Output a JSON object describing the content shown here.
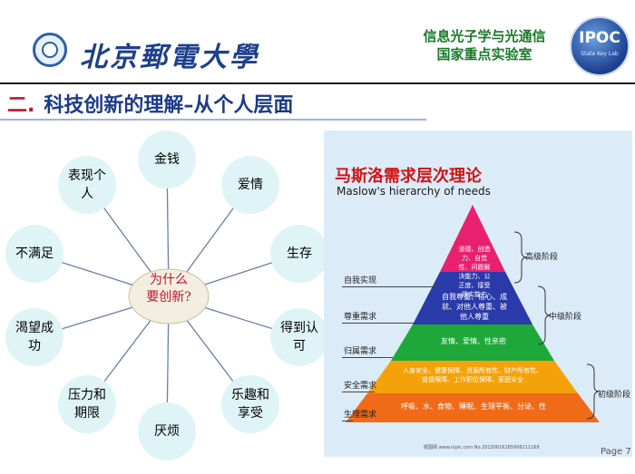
{
  "header": {
    "university": "北京郵電大學",
    "lab_line1": "信息光子学与光通信",
    "lab_line2": "国家重点实验室",
    "logo_text": "IPOC",
    "logo_sub": "State Key Lab"
  },
  "title": {
    "number": "二.",
    "main": "科技创新的理解–",
    "sub": "从个人层面"
  },
  "wheel": {
    "center": [
      "为什么",
      "要创新?"
    ],
    "nodes": [
      {
        "id": "money",
        "label": "金钱"
      },
      {
        "id": "love",
        "label": "爱情"
      },
      {
        "id": "survive",
        "label": "生存"
      },
      {
        "id": "recognition",
        "label": "得到认可"
      },
      {
        "id": "enjoy",
        "label": "乐趣和享受"
      },
      {
        "id": "bored",
        "label": "厌烦"
      },
      {
        "id": "pressure",
        "label": "压力和期限"
      },
      {
        "id": "success",
        "label": "渴望成功"
      },
      {
        "id": "unsatisfied",
        "label": "不满足"
      },
      {
        "id": "express",
        "label": "表现个人"
      }
    ],
    "colors": {
      "spoke": "#6a7fa8",
      "node_fill": "#dff4f6",
      "center_fill": "#f3eedf"
    }
  },
  "pyramid": {
    "title": "马斯洛需求层次理论",
    "subtitle": "Maslow's hierarchy of needs",
    "levels": [
      {
        "name": "自我实现",
        "text": "道德、创造力、自觉性、问题解决能力、公正度、接受现实能力",
        "color": "#e8206e"
      },
      {
        "name": "尊重需求",
        "text": "自我尊重、信心、成就、对他人尊重、被他人尊重",
        "color": "#2a3aa8"
      },
      {
        "name": "归属需求",
        "text": "友情、爱情、性亲密",
        "color": "#1ea83a"
      },
      {
        "name": "安全需求",
        "text": "人身安全、健康保障、资源所有性、财产所有性、道德保障、工作职位保障、家庭安全",
        "color": "#f5a20a"
      },
      {
        "name": "生理需求",
        "text": "呼吸、水、食物、睡眠、生理平衡、分泌、性",
        "color": "#f06a18"
      }
    ],
    "stages": [
      "高级阶段",
      "中级阶段",
      "初级阶段"
    ],
    "watermark": "昵图网 www.nipic.com  No.20130616185906211168"
  },
  "footer": {
    "page": "Page 7"
  }
}
